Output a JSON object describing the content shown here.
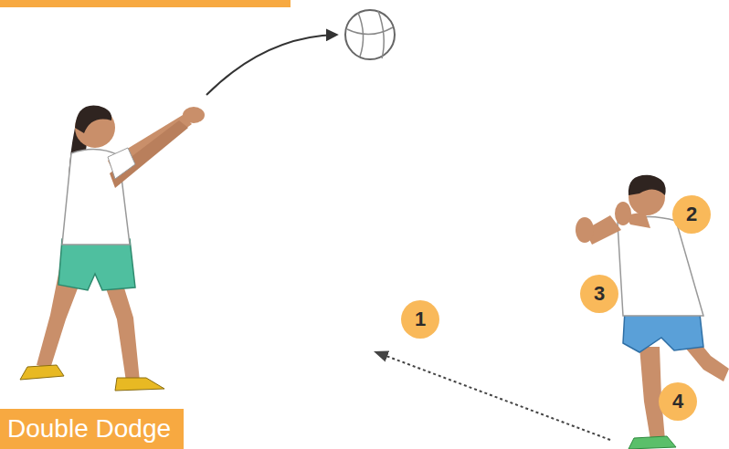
{
  "diagram": {
    "title": "Double Dodge",
    "nodes": [
      {
        "text": [
          "1"
        ]
      },
      {
        "text": [
          "2"
        ]
      },
      {
        "text": [
          "3"
        ]
      },
      {
        "text": [
          "4"
        ]
      }
    ]
  }
}
